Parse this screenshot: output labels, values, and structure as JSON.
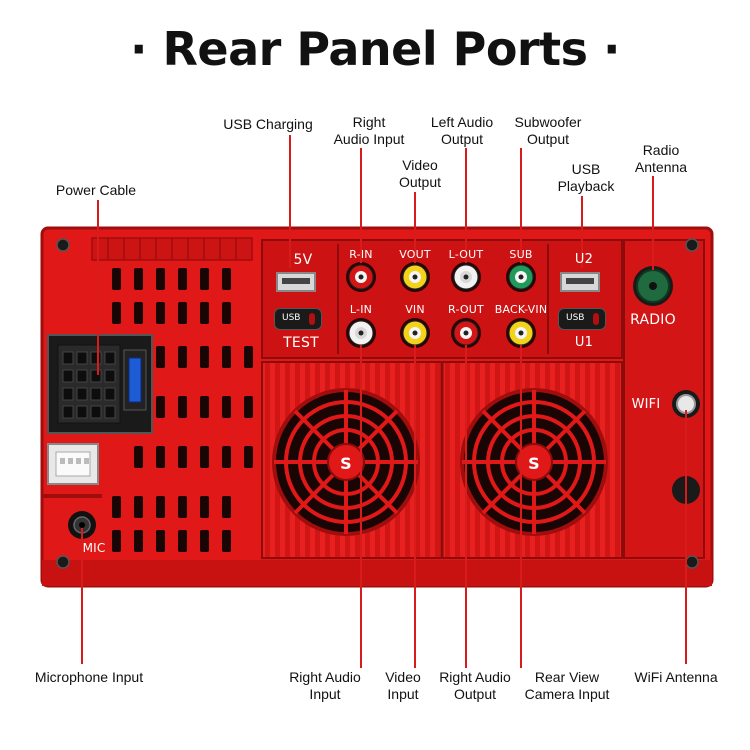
{
  "title": "· Rear Panel Ports ·",
  "callouts": {
    "power_cable": "Power Cable",
    "usb_charging": "USB Charging",
    "right_audio_input_top": [
      "Right",
      "Audio Input"
    ],
    "video_output": [
      "Video",
      "Output"
    ],
    "left_audio_output": [
      "Left Audio",
      "Output"
    ],
    "subwoofer_output": [
      "Subwoofer",
      "Output"
    ],
    "usb_playback": [
      "USB",
      "Playback"
    ],
    "radio_antenna": [
      "Radio",
      "Antenna"
    ],
    "microphone_input": "Microphone Input",
    "right_audio_input_bottom": [
      "Right Audio",
      "Input"
    ],
    "video_input": [
      "Video",
      "Input"
    ],
    "right_audio_output": [
      "Right Audio",
      "Output"
    ],
    "rear_view_camera_input": [
      "Rear View",
      "Camera Input"
    ],
    "wifi_antenna": "WiFi Antenna"
  },
  "panel": {
    "usb_5v": "5V",
    "usb_test": "TEST",
    "usb_u2": "U2",
    "usb_u1": "U1",
    "usb_pill": "USB",
    "rca_top": [
      "R-IN",
      "VOUT",
      "L-OUT",
      "SUB"
    ],
    "rca_bottom": [
      "L-IN",
      "VIN",
      "R-OUT",
      "BACK-VIN"
    ],
    "radio": "RADIO",
    "wifi": "WIFI",
    "mic": "MIC",
    "fan_logo": "S"
  },
  "colors": {
    "panel_red": "#e01818",
    "panel_dark_red": "#8c0b0b",
    "rca_red": "#d41515",
    "rca_yellow": "#f2d21a",
    "rca_white": "#f2f2f2",
    "rca_green": "#1f9a5a",
    "radio_green": "#1f6a3e"
  }
}
